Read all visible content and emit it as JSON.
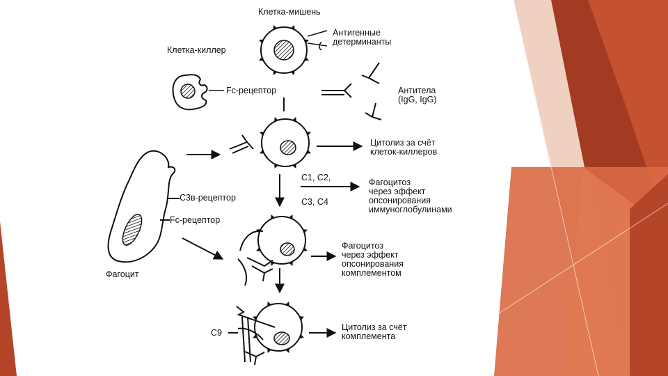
{
  "colors": {
    "accent_dark": "#a23b21",
    "accent_main": "#c4512f",
    "accent_light": "#e07a52",
    "accent_pale": "#ecc8b6",
    "line": "#111111"
  },
  "diagram": {
    "labels": {
      "target_cell": "Клетка-мишень",
      "killer_cell": "Клетка-киллер",
      "antigenic_determinants": [
        "Антигенные",
        "детерминанты"
      ],
      "fc_receptor_top": "Fc-рецептор",
      "antibodies": [
        "Антитела",
        "(IgG, IgG)"
      ],
      "cytolysis_killers": [
        "Цитолиз за счёт",
        "клеток-киллеров"
      ],
      "complement_c1c2": "C1, C2,",
      "complement_c3c4": "C3, C4",
      "phago_immuno": [
        "Фагоцитоз",
        "через эффект",
        "опсонирования",
        "иммуноглобулинами"
      ],
      "c3b_receptor": "C3в-рецептор",
      "fc_receptor_phagocyte": "Fc-рецептор",
      "phagocyte": "Фагоцит",
      "phago_complement": [
        "Фагоцитоз",
        "через эффект",
        "опсонирования",
        "комплементом"
      ],
      "c9": "C9",
      "cytolysis_complement": [
        "Цитолиз за счёт",
        "комплемента"
      ]
    }
  }
}
